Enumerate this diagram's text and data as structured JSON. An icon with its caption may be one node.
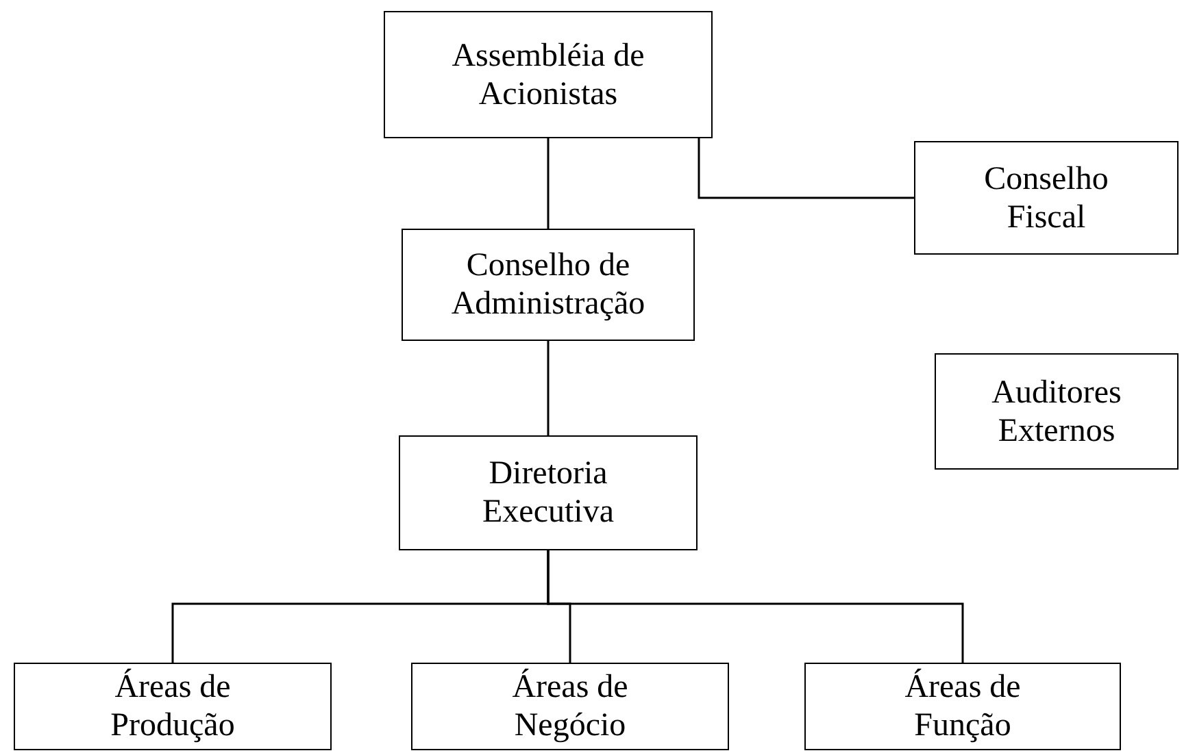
{
  "diagram": {
    "nodes": [
      {
        "text": [
          "Assembléia de Acionistas"
        ]
      },
      {
        "text": [
          "Conselho Fiscal"
        ]
      },
      {
        "text": [
          "Conselho de Administração"
        ]
      },
      {
        "text": [
          "Auditores Externos"
        ]
      },
      {
        "text": [
          "Diretoria Executiva"
        ]
      },
      {
        "text": [
          "Áreas de Produção"
        ]
      },
      {
        "text": [
          "Áreas de Negócio"
        ]
      },
      {
        "text": [
          "Áreas de Função"
        ]
      }
    ],
    "edges": [
      {
        "from": 0,
        "to": 2,
        "arrow": "none"
      },
      {
        "from": 0,
        "to": 1,
        "arrow": "none"
      },
      {
        "from": 2,
        "to": 4,
        "arrow": "none"
      },
      {
        "from": 4,
        "to": 5,
        "arrow": "none"
      },
      {
        "from": 4,
        "to": 6,
        "arrow": "none"
      },
      {
        "from": 4,
        "to": 7,
        "arrow": "none"
      }
    ]
  }
}
